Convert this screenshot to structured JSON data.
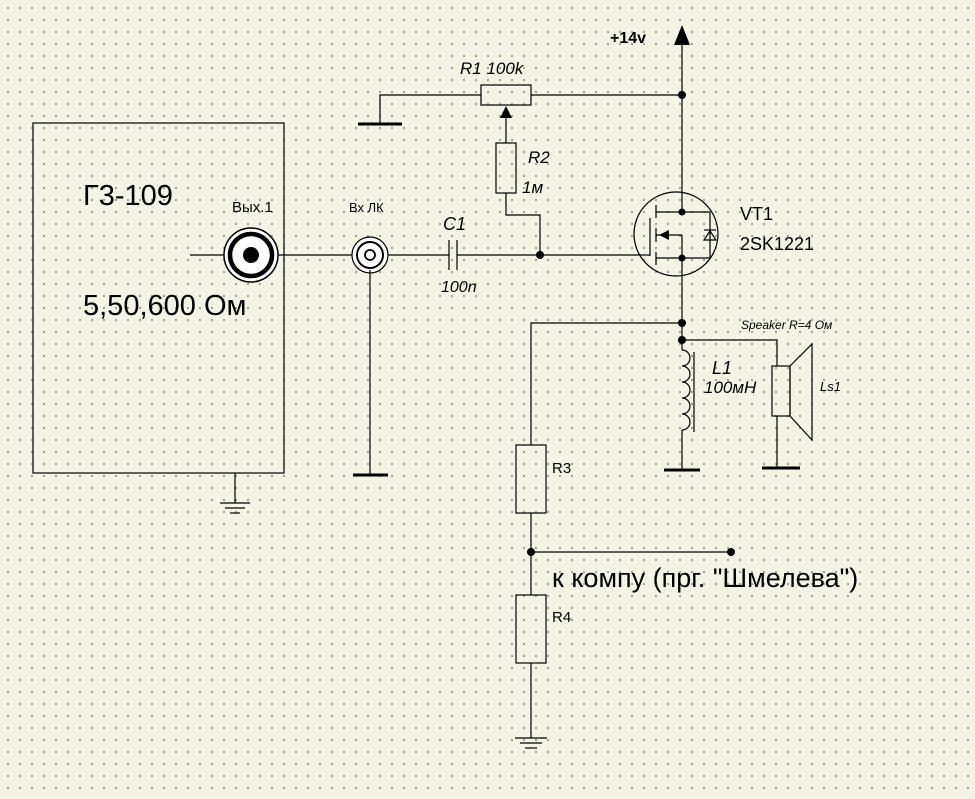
{
  "generator": {
    "name": "Г3-109",
    "impedances": "5,50,600 Ом",
    "output_label": "Вых.1"
  },
  "input_label": "Вх ЛК",
  "supply": "+14v",
  "components": {
    "r1": {
      "ref": "R1",
      "value": "100k"
    },
    "r2": {
      "ref": "R2",
      "value": "1м"
    },
    "c1": {
      "ref": "C1",
      "value": "100n"
    },
    "vt1": {
      "ref": "VT1",
      "value": "2SK1221"
    },
    "l1": {
      "ref": "L1",
      "value": "100мН"
    },
    "ls1": {
      "ref": "Ls1",
      "spec": "Speaker R=4 Ом"
    },
    "r3": {
      "ref": "R3"
    },
    "r4": {
      "ref": "R4"
    }
  },
  "output_note": "к компу (прг. \"Шмелева\")"
}
